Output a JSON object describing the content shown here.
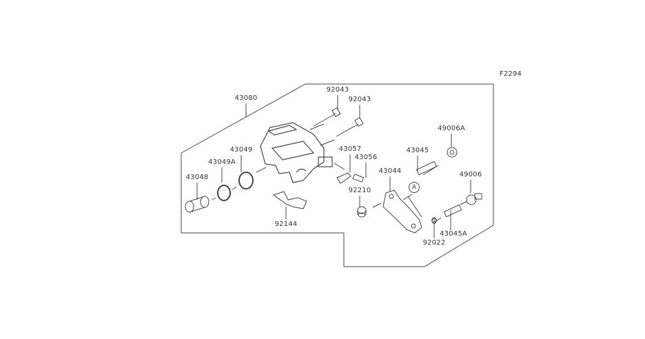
{
  "diagram_code": "F2294",
  "parts": {
    "caliper_assy": "43080",
    "pin_upper": "92043",
    "pin_lower": "92043",
    "seal_outer": "43049",
    "seal_inner": "43049A",
    "piston": "43048",
    "bleeder_cap": "43057",
    "bleeder_valve": "43056",
    "slide_pin": "43045",
    "boot_a": "49006A",
    "bracket": "43044",
    "bushing": "92210",
    "ref_marker": "A",
    "boot": "49006",
    "pad_spring": "92144",
    "washer": "92022",
    "slide_pin_a": "43045A"
  },
  "colors": {
    "line": "#444444",
    "text": "#333333"
  }
}
